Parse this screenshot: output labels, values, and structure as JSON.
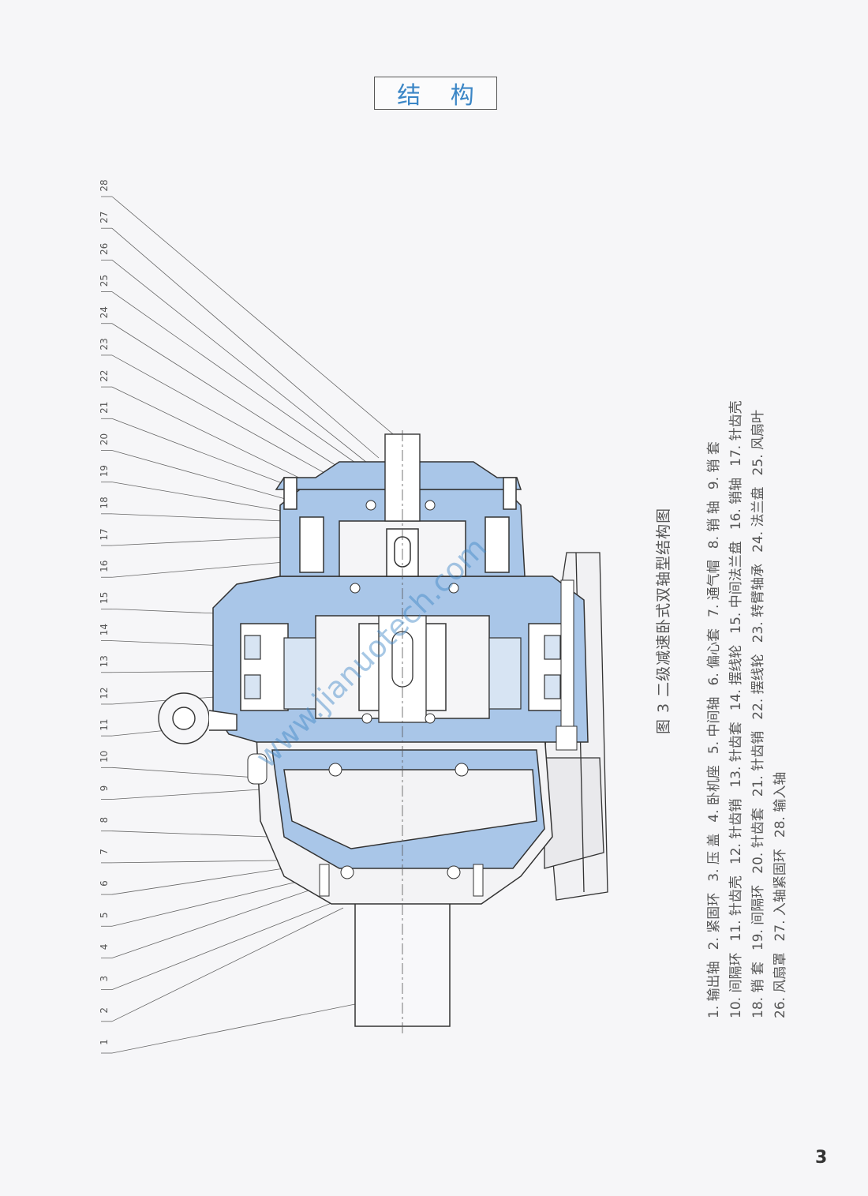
{
  "header": {
    "title": "结 构"
  },
  "figure": {
    "caption": "图 3   二级减速卧式双轴型结构图",
    "callouts": [
      "1",
      "2",
      "3",
      "4",
      "5",
      "6",
      "7",
      "8",
      "9",
      "10",
      "11",
      "12",
      "13",
      "14",
      "15",
      "16",
      "17",
      "18",
      "19",
      "20",
      "21",
      "22",
      "23",
      "24",
      "25",
      "26",
      "27",
      "28"
    ],
    "watermark": "www.jianuotech.com"
  },
  "legend": {
    "rows": [
      [
        "1. 输出轴",
        "2. 紧固环",
        "3. 压 盖",
        "4. 卧机座",
        "5. 中间轴",
        "6. 偏心套",
        "7. 通气帽",
        "8. 销 轴",
        "9. 销 套"
      ],
      [
        "10. 间隔环",
        "11. 针齿壳",
        "12. 针齿销",
        "13. 针齿套",
        "14. 摆线轮",
        "15. 中间法兰盘",
        "16. 销轴",
        "17. 针齿壳"
      ],
      [
        "18. 销 套",
        "19. 间隔环",
        "20. 针齿套",
        "21. 针齿销",
        "22. 摆线轮",
        "23. 转臂轴承",
        "24. 法兰盘",
        "25. 风扇叶"
      ],
      [
        "26. 风扇罩",
        "27. 入轴紧固环",
        "28. 输入轴"
      ]
    ]
  },
  "page": {
    "number": "3"
  },
  "colors": {
    "housing": "#a9c6e8",
    "outline": "#333333",
    "title": "#3b86c6"
  }
}
